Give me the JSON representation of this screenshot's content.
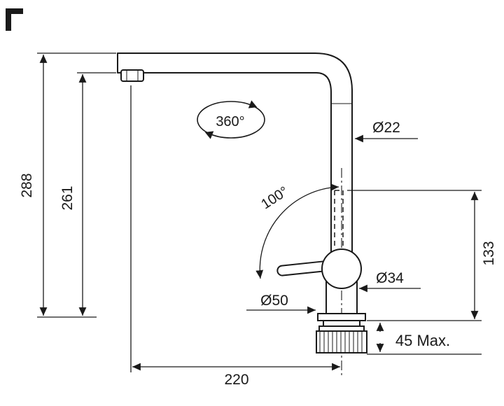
{
  "drawing": {
    "type": "technical-dimension-diagram",
    "subject": "kitchen faucet side elevation",
    "colors": {
      "line": "#1a1a1a",
      "background": "#ffffff"
    },
    "dimensions": {
      "overall_height": "288",
      "height_to_spout_underside": "261",
      "spout_reach": "220",
      "height_to_handle": "133",
      "spout_tube_diameter": "Ø22",
      "body_diameter": "Ø34",
      "base_diameter": "Ø50",
      "max_deck_thickness": "45 Max.",
      "spout_swivel_angle": "360°",
      "handle_swing_angle": "100°"
    }
  }
}
